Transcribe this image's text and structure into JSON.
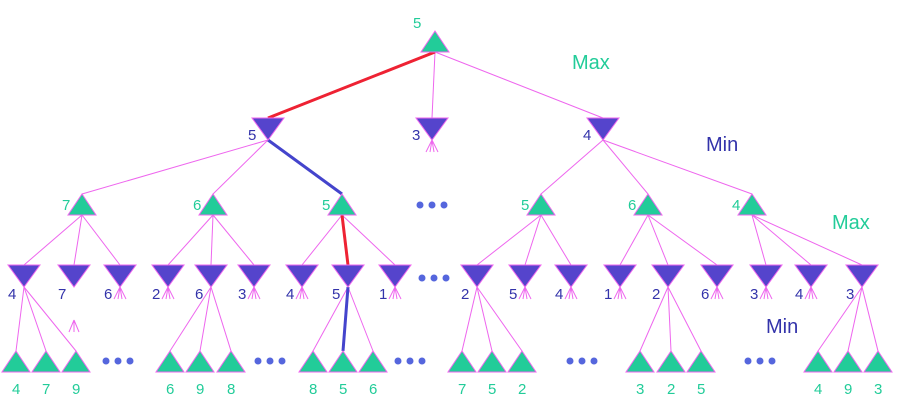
{
  "labels": {
    "l0": "Max",
    "l1": "Min",
    "l2": "Max",
    "l3": "Min"
  },
  "colors": {
    "max": "#22cc99",
    "min": "#5544cc",
    "edge": "#ee66ee",
    "red_path": "#ee2233",
    "blue_path": "#4444cc"
  },
  "root": {
    "value": "5"
  },
  "level1": [
    {
      "value": "5"
    },
    {
      "value": "3"
    },
    {
      "value": "4"
    }
  ],
  "level2": [
    {
      "value": "7"
    },
    {
      "value": "6"
    },
    {
      "value": "5"
    },
    {
      "value": "5"
    },
    {
      "value": "6"
    },
    {
      "value": "4"
    }
  ],
  "level3": [
    {
      "value": "4"
    },
    {
      "value": "7"
    },
    {
      "value": "6"
    },
    {
      "value": "2"
    },
    {
      "value": "6"
    },
    {
      "value": "3"
    },
    {
      "value": "4"
    },
    {
      "value": "5"
    },
    {
      "value": "1"
    },
    {
      "value": "2"
    },
    {
      "value": "5"
    },
    {
      "value": "4"
    },
    {
      "value": "1"
    },
    {
      "value": "2"
    },
    {
      "value": "6"
    },
    {
      "value": "3"
    },
    {
      "value": "4"
    },
    {
      "value": "3"
    }
  ],
  "leaves": [
    {
      "value": "4"
    },
    {
      "value": "7"
    },
    {
      "value": "9"
    },
    {
      "value": "6"
    },
    {
      "value": "9"
    },
    {
      "value": "8"
    },
    {
      "value": "8"
    },
    {
      "value": "5"
    },
    {
      "value": "6"
    },
    {
      "value": "7"
    },
    {
      "value": "5"
    },
    {
      "value": "2"
    },
    {
      "value": "3"
    },
    {
      "value": "2"
    },
    {
      "value": "5"
    },
    {
      "value": "4"
    },
    {
      "value": "9"
    },
    {
      "value": "3"
    }
  ]
}
